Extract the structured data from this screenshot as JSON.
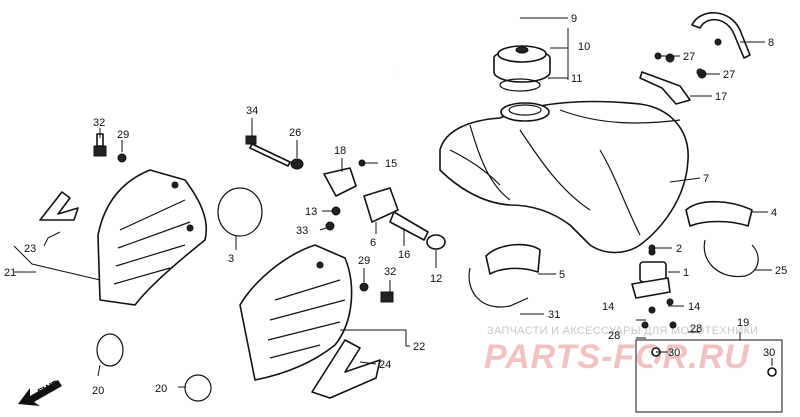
{
  "diagram": {
    "watermark": {
      "caption": "ЗАПЧАСТИ И АКСЕССУАРЫ ДЛЯ МОТОТЕХНИКИ",
      "logo": "PARTS-FOR.RU"
    },
    "direction_label": "FWD",
    "callouts": [
      "9",
      "10",
      "11",
      "8",
      "27",
      "27",
      "17",
      "7",
      "4",
      "2",
      "1",
      "25",
      "5",
      "31",
      "14",
      "14",
      "28",
      "28",
      "19",
      "30",
      "30",
      "34",
      "32",
      "29",
      "26",
      "18",
      "15",
      "13",
      "33",
      "6",
      "16",
      "12",
      "3",
      "29",
      "32",
      "22",
      "24",
      "23",
      "21",
      "20",
      "20"
    ]
  }
}
